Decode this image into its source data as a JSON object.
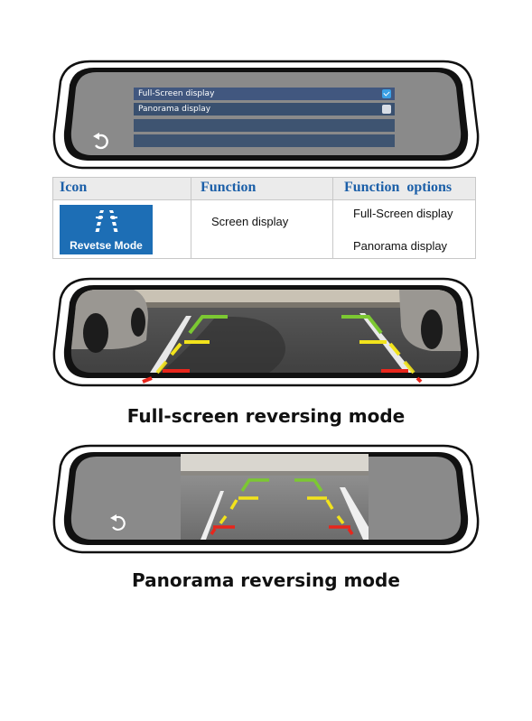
{
  "menu": {
    "items": [
      {
        "label": "Full-Screen display",
        "checked": true
      },
      {
        "label": "Panorama display",
        "checked": false
      },
      {
        "label": "",
        "checked": null
      },
      {
        "label": "",
        "checked": null
      }
    ]
  },
  "table": {
    "headers": {
      "icon": "Icon",
      "function": "Function",
      "options": "Function  options"
    },
    "icon_label": "Revetse Mode",
    "function": "Screen display",
    "options": [
      "Full-Screen display",
      "Panorama display"
    ]
  },
  "captions": {
    "fullscreen": "Full-screen reversing mode",
    "panorama": "Panorama reversing mode"
  },
  "icons": {
    "back": "back-arrow-icon",
    "reverse": "reverse-lane-icon"
  },
  "colors": {
    "menu_highlight": "#41577f",
    "check_on": "#3aa0e6",
    "table_header_text": "#1b5fa8",
    "icon_bg": "#1d6eb5",
    "guide_green": "#7cc832",
    "guide_yellow": "#f2e31c",
    "guide_red": "#e8261c"
  }
}
